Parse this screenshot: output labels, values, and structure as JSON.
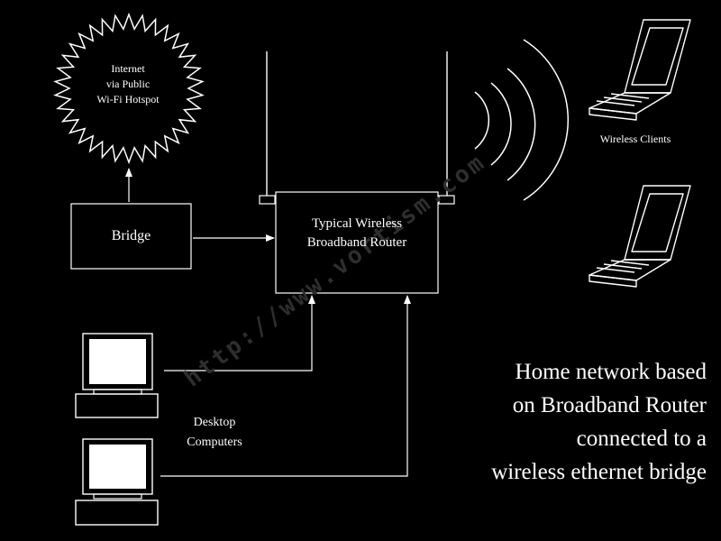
{
  "internet": {
    "lines": [
      "Internet",
      "via Public",
      "Wi-Fi Hotspot"
    ]
  },
  "bridge": {
    "label": "Bridge"
  },
  "router": {
    "lines": [
      "Typical Wireless",
      "Broadband Router"
    ]
  },
  "wireless_clients": {
    "label": "Wireless Clients"
  },
  "desktops": {
    "lines": [
      "Desktop",
      "Computers"
    ]
  },
  "caption": {
    "lines": [
      "Home network based",
      "on Broadband Router",
      "connected to a",
      "wireless ethernet bridge"
    ]
  },
  "watermark": "http://www.vortism.com",
  "colors": {
    "background": "#000000",
    "foreground": "#ffffff",
    "watermark": "#2e2e2e"
  }
}
